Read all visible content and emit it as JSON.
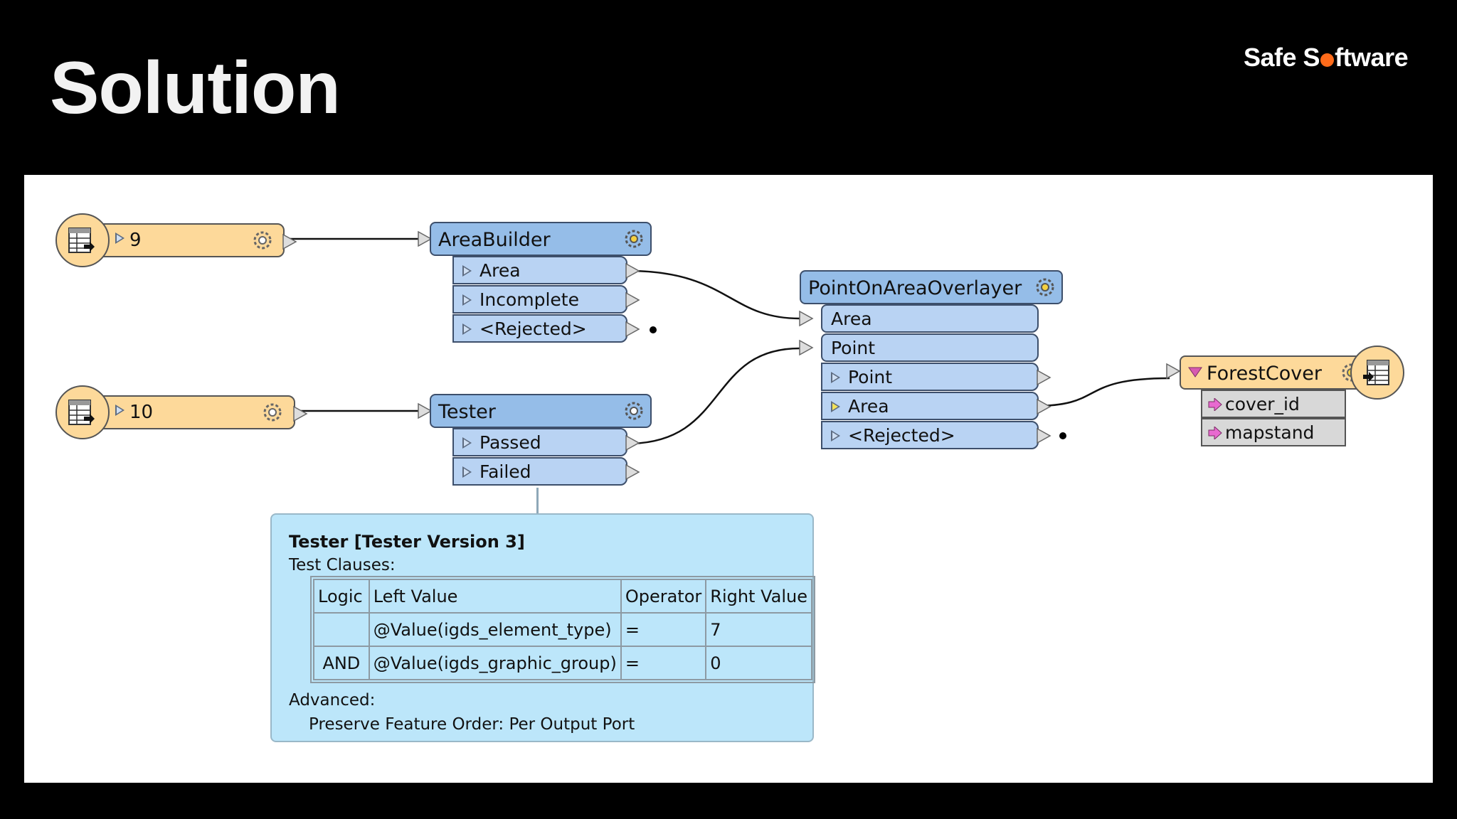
{
  "slide": {
    "title": "Solution",
    "brand_prefix": "Safe S",
    "brand_suffix": "ftware"
  },
  "readers": [
    {
      "label": "9"
    },
    {
      "label": "10"
    }
  ],
  "area_builder": {
    "title": "AreaBuilder",
    "outputs": [
      "Area",
      "Incomplete",
      "<Rejected>"
    ]
  },
  "tester": {
    "title": "Tester",
    "outputs": [
      "Passed",
      "Failed"
    ]
  },
  "overlayer": {
    "title": "PointOnAreaOverlayer",
    "inputs": [
      "Area",
      "Point"
    ],
    "outputs": [
      "Point",
      "Area",
      "<Rejected>"
    ]
  },
  "writer": {
    "title": "ForestCover",
    "attributes": [
      "cover_id",
      "mapstand"
    ]
  },
  "tooltip": {
    "title": "Tester [Tester Version 3]",
    "subtitle": "Test Clauses:",
    "headers": [
      "Logic",
      "Left Value",
      "Operator",
      "Right Value"
    ],
    "rows": [
      [
        "",
        "@Value(igds_element_type)",
        "=",
        "7"
      ],
      [
        "AND",
        "@Value(igds_graphic_group)",
        "=",
        "0"
      ]
    ],
    "advanced_label": "Advanced:",
    "advanced_line": "Preserve Feature Order: Per Output Port"
  },
  "icons": [
    "table-icon",
    "gear-icon",
    "triangle-port-icon",
    "attribute-arrow-icon"
  ],
  "colors": {
    "reader_fill": "#fdd99a",
    "transformer_fill": "#95bde8",
    "port_fill": "#b9d3f3",
    "tooltip_fill": "#bce6fa",
    "brand_dot": "#ff6b1a"
  }
}
